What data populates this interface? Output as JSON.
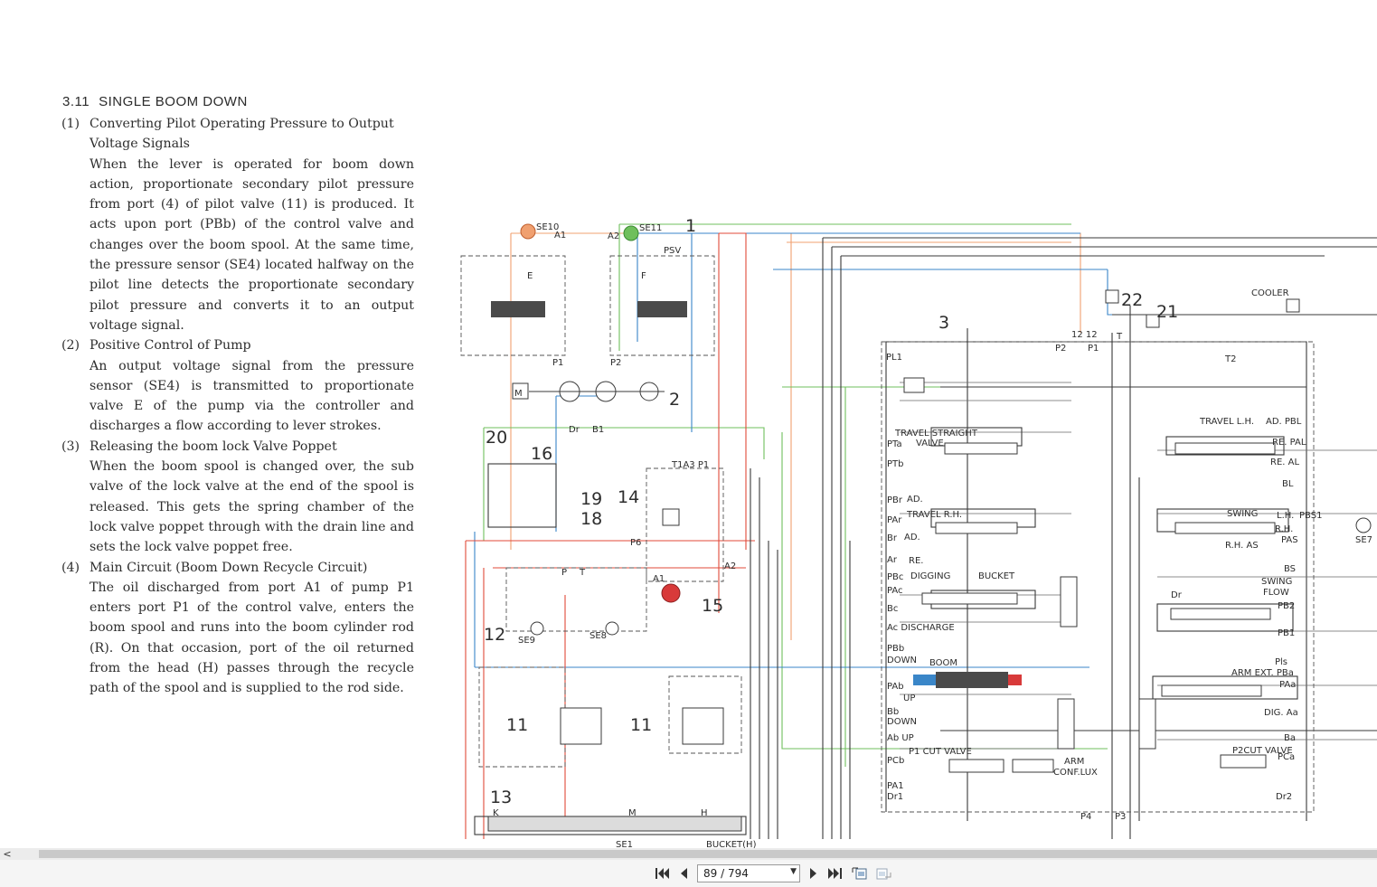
{
  "document": {
    "section_number": "3.11",
    "section_title": "SINGLE BOOM DOWN",
    "items": [
      {
        "num": "(1)",
        "title": "Converting Pilot Operating Pressure to Output Voltage Signals",
        "body": "When the lever is operated for boom down action, proportionate secondary pilot pressure from port (4) of pilot valve (11) is produced. It acts upon port (PBb) of the control valve and changes over the boom spool. At the same time, the pressure sensor (SE4) located halfway on the pilot line detects the proportionate secondary pilot pressure and converts it to an output voltage signal."
      },
      {
        "num": "(2)",
        "title": "Positive Control of Pump",
        "body": "An output voltage signal from the pressure sensor (SE4) is transmitted to proportionate valve E of the pump via the controller and discharges a flow according to lever strokes."
      },
      {
        "num": "(3)",
        "title": "Releasing the boom lock Valve Poppet",
        "body": "When the boom spool is changed over, the sub valve of the lock valve at the end of the spool is released. This gets the spring chamber of the lock valve poppet through with the drain line and sets the lock valve poppet free."
      },
      {
        "num": "(4)",
        "title": "Main Circuit (Boom Down Recycle Circuit)",
        "body": "The oil discharged from port A1 of pump P1 enters port P1 of the control valve, enters the boom spool and runs into the boom cylinder rod (R). On that occasion, port of the oil returned from the head (H) passes through the recycle path of the spool and is supplied to the rod side."
      }
    ]
  },
  "diagram": {
    "numbers": {
      "n1": "1",
      "n2": "2",
      "n3": "3",
      "n11a": "11",
      "n11b": "11",
      "n12": "12",
      "n13": "13",
      "n14": "14",
      "n15": "15",
      "n16": "16",
      "n18": "18",
      "n19": "19",
      "n20": "20",
      "n21": "21",
      "n22": "22"
    },
    "labels": {
      "se10": "SE10",
      "se11": "SE11",
      "psv": "PSV",
      "e": "E",
      "f": "F",
      "p_gauge": "P",
      "a1": "A1",
      "a2": "A2",
      "p1": "P1",
      "p2": "P2",
      "m": "M",
      "dr": "Dr",
      "b1": "B1",
      "t1a3p1": "T1A3 P1",
      "p6": "P6",
      "a1b": "A1",
      "a2b": "A2",
      "t": "T",
      "p": "P",
      "se9": "SE9",
      "se8": "SE8",
      "se1": "SE1",
      "bucket_h": "BUCKET(H)",
      "k": "K",
      "mm": "M",
      "h": "H",
      "cooler": "COOLER",
      "pl1": "PL1",
      "p2v": "P2",
      "p1v": "P1",
      "t2": "T2",
      "tv": "T",
      "n1212": "12 12",
      "travel_straight": "TRAVEL STRAIGHT",
      "valve": "VALVE",
      "pta": "PTa",
      "ptb": "PTb",
      "pbr": "PBr",
      "ad1": "AD.",
      "par": "PAr",
      "travel_rh": "TRAVEL R.H.",
      "br": "Br",
      "ad2": "AD.",
      "ar": "Ar",
      "re1": "RE.",
      "pbc": "PBc",
      "digging": "DIGGING",
      "bucket": "BUCKET",
      "pac": "PAc",
      "bc": "Bc",
      "ac_discharge": "Ac DISCHARGE",
      "pbb": "PBb",
      "down": "DOWN",
      "boom": "BOOM",
      "pab": "PAb",
      "up": "UP",
      "bb": "Bb",
      "down2": "DOWN",
      "abup": "Ab UP",
      "pcb": "PCb",
      "p1cut": "P1 CUT VALVE",
      "arm": "ARM",
      "conflux": "CONF.LUX",
      "pa1": "PA1",
      "dr1": "Dr1",
      "p4": "P4",
      "p3": "P3",
      "travel_lh": "TRAVEL L.H.",
      "ad_pbl": "AD. PBL",
      "re_pal": "RE. PAL",
      "re_al": "RE. AL",
      "bl": "BL",
      "swing": "SWING",
      "lh": "L.H.",
      "pbs1": "PBS1",
      "rh": "R.H.",
      "pas": "PAS",
      "rhas": "R.H. AS",
      "se7": "SE7",
      "bs": "BS",
      "swing_flow1": "SWING",
      "swing_flow2": "FLOW",
      "dr_r": "Dr",
      "pb2": "PB2",
      "pb1": "PB1",
      "pls": "Pls",
      "arm_ext": "ARM EXT. PBa",
      "paa": "PAa",
      "dig_aa": "DIG. Aa",
      "ba": "Ba",
      "p2cut": "P2CUT VALVE",
      "pca": "PCa",
      "dr2": "Dr2"
    },
    "colors": {
      "line_dark": "#3a3a3a",
      "line_red": "#e04a3a",
      "line_blue": "#3a86c8",
      "line_green": "#6fbf5c",
      "line_orange": "#f0a070",
      "spool_fill": "#4a4a4a",
      "accent_red": "#d83a3a"
    }
  },
  "viewer": {
    "scroll_left_arrow": "<",
    "page_number": "89 / 794",
    "icons": [
      "first-page-icon",
      "prev-page-icon",
      "next-page-icon",
      "last-page-icon",
      "go-back-icon",
      "go-forward-icon",
      "page-dropdown-icon"
    ]
  }
}
